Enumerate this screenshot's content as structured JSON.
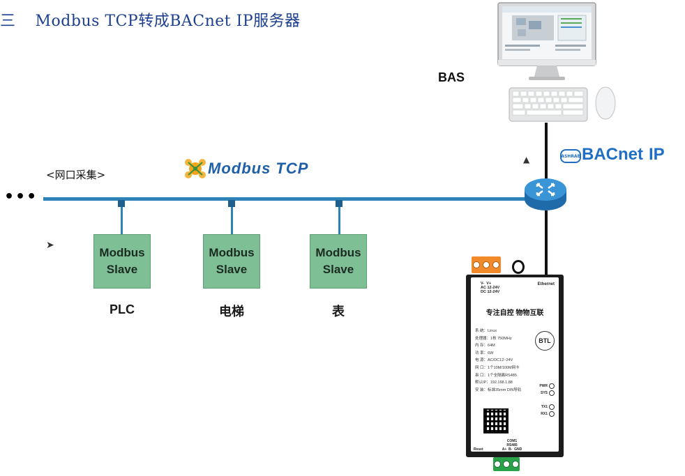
{
  "title": {
    "number": "三",
    "text": "Modbus TCP转成BACnet IP服务器"
  },
  "left": {
    "ellipsis": "•••",
    "collect_label": "<网口采集>",
    "arrow": "➤"
  },
  "protocols": {
    "modbus": "Modbus TCP",
    "bacnet": "BACnet",
    "bacnet_suffix": "IP",
    "ashrae": "ASHRAE"
  },
  "bas_label": "BAS",
  "slaves": [
    {
      "line1": "Modbus",
      "line2": "Slave",
      "device": "PLC"
    },
    {
      "line1": "Modbus",
      "line2": "Slave",
      "device": "电梯"
    },
    {
      "line1": "Modbus",
      "line2": "Slave",
      "device": "表"
    }
  ],
  "gateway": {
    "power_label": "V-   V+\nAC 12-24V\nDC 12-24V",
    "ethernet_label": "Ethernet",
    "slogan": "专注自控  物物互联",
    "specs": [
      "系  统：Linux",
      "处理器：1核 750MHz",
      "内  存：64M",
      "功  率：6W",
      "电  源：AC/DC12~24V",
      "网  口：1个10M/100M网卡",
      "串  口：1个全隔离RS485",
      "默认IP：192.168.1.88",
      "安  装：标准35mm DIN导轨"
    ],
    "btl": "BTL",
    "leds": [
      "PWR",
      "SYS",
      "TX1",
      "RX1"
    ],
    "com_label": "COM1\nRS485\nA+  B-  GND",
    "reset_label": "Reset"
  },
  "colors": {
    "bus": "#2d83b8",
    "slave_fill": "#7fbf95",
    "title": "#1c3f8f",
    "bacnet": "#1f6fc4",
    "router": "#2b7fc3"
  }
}
